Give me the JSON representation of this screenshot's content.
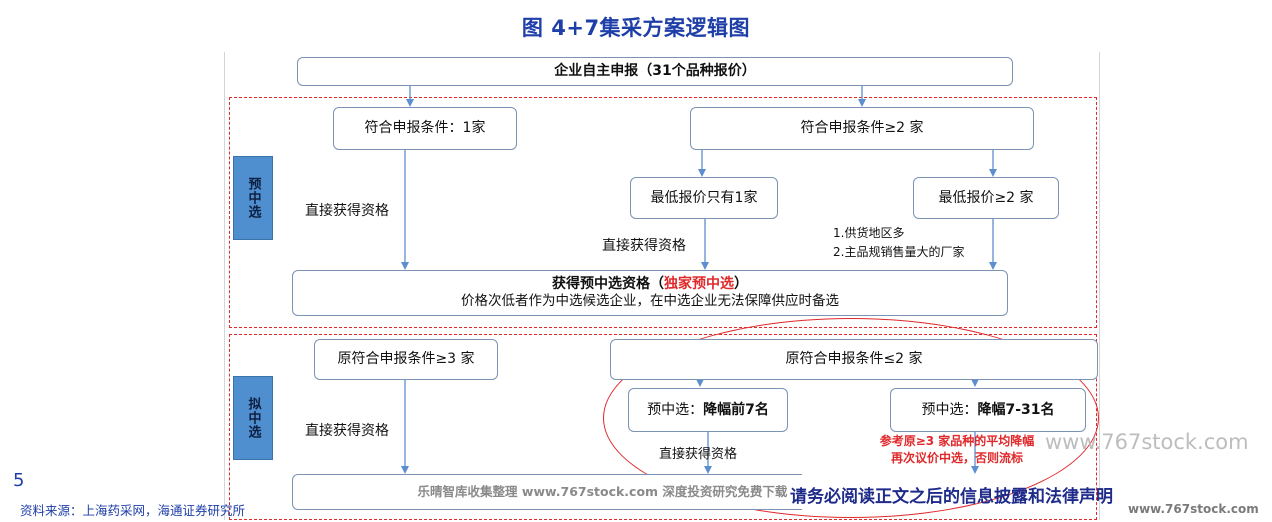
{
  "title": "图 4+7集采方案逻辑图",
  "top_box": "企业自主申报（31个品种报价）",
  "section1": {
    "side_label": "预中选",
    "cond_one": "符合申报条件：1家",
    "cond_two": "符合申报条件≥2 家",
    "lowest_one": "最低报价只有1家",
    "lowest_two": "最低报价≥2 家",
    "direct_left": "直接获得资格",
    "direct_mid": "直接获得资格",
    "note_line1": "1.供货地区多",
    "note_line2": "2.主品规销售量大的厂家",
    "result_title_pre": "获得预中选资格（",
    "result_title_red": "独家预中选",
    "result_title_post": "）",
    "result_sub": "价格次低者作为中选候选企业，在中选企业无法保障供应时备选"
  },
  "section2": {
    "side_label": "拟中选",
    "orig_ge3": "原符合申报条件≥3 家",
    "orig_le2": "原符合申报条件≤2 家",
    "pre_a_label": "预中选：",
    "pre_a_bold": "降幅前7名",
    "pre_b_label": "预中选：",
    "pre_b_bold": "降幅7-31名",
    "direct_left": "直接获得资格",
    "direct_mid": "直接获得资格",
    "red_line1": "参考原≥3 家品种的平均降幅",
    "red_line2": "再次议价中选，否则流标"
  },
  "bottom_watermark": "乐晴智库收集整理 www.767stock.com 深度投资研究免费下载",
  "disclaimer_text": "请务必阅读正文之后的信息披露和法律声明",
  "page_number": "5",
  "source": "资料来源：上海药采网，海通证券研究所",
  "watermark_right": "www.767stock.com",
  "watermark_corner": "www.767stock.com",
  "colors": {
    "title": "#1f3fa8",
    "dash_red": "#e0292b",
    "side_blue": "#4f8fd0",
    "box_border": "#7b93b4",
    "arrow": "#5b8fd0"
  }
}
